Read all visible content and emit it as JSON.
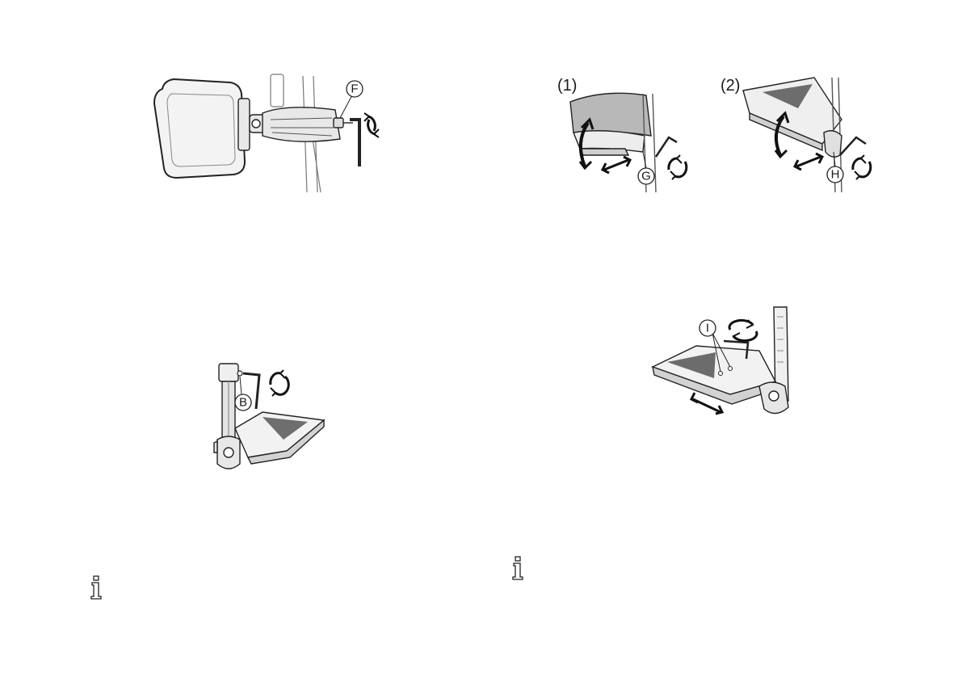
{
  "page": {
    "left": {
      "fig_headrest": {
        "callout": "F"
      },
      "fig_footplate_b": {
        "callout": "B"
      },
      "info_icon": "info-icon"
    },
    "right": {
      "fig_steps": {
        "step1_label": "(1)",
        "step2_label": "(2)",
        "callout_g": "G",
        "callout_h": "H"
      },
      "fig_footplate_i": {
        "callout": "I"
      },
      "info_icon": "info-icon"
    }
  }
}
